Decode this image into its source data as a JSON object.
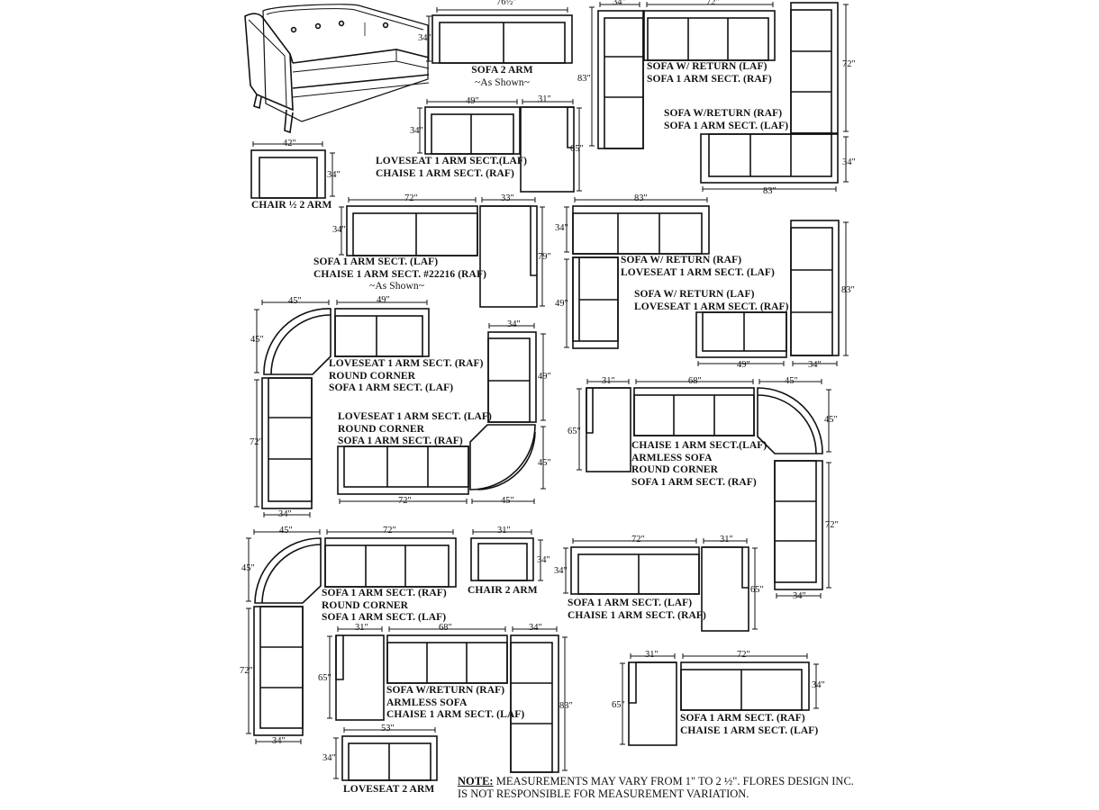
{
  "dims": {
    "d76": "76½\"",
    "d34": "34\"",
    "d72": "72\"",
    "d83": "83\"",
    "d49": "49\"",
    "d31": "31\"",
    "d65": "65\"",
    "d42": "42\"",
    "d33": "33\"",
    "d79": "79\"",
    "d45": "45\"",
    "d68": "68\"",
    "d53": "53\""
  },
  "labels": {
    "sofa2arm": "SOFA 2 ARM",
    "asShown1": "~As Shown~",
    "sofaReturnLaf": [
      "SOFA W/ RETURN (LAF)",
      "SOFA 1 ARM SECT. (RAF)"
    ],
    "sofaReturnRaf": [
      "SOFA W/RETURN (RAF)",
      "SOFA 1 ARM SECT. (LAF)"
    ],
    "loveseatChaise": [
      "LOVESEAT 1 ARM SECT.(LAF)",
      "CHAISE 1 ARM SECT. (RAF)"
    ],
    "chairHalf": "CHAIR ½  2 ARM",
    "sofaChaise22216": [
      "SOFA 1 ARM SECT. (LAF)",
      "CHAISE 1 ARM SECT. #22216 (RAF)",
      "~As Shown~"
    ],
    "sofaReturnRafLoveseat": [
      "SOFA W/ RETURN (RAF)",
      "LOVESEAT 1 ARM SECT. (LAF)"
    ],
    "sofaReturnLafLoveseat": [
      "SOFA  W/ RETURN (LAF)",
      "LOVESEAT 1 ARM SECT. (RAF)"
    ],
    "loveseatRoundSofaA": [
      "LOVESEAT 1 ARM SECT. (RAF)",
      "ROUND CORNER",
      "SOFA 1 ARM SECT. (LAF)"
    ],
    "loveseatRoundSofaB": [
      "LOVESEAT 1 ARM SECT. (LAF)",
      "ROUND CORNER",
      "SOFA 1 ARM SECT. (RAF)"
    ],
    "chaiseArmless": [
      "CHAISE 1 ARM SECT.(LAF)",
      "ARMLESS SOFA",
      "ROUND CORNER",
      "SOFA 1 ARM SECT. (RAF)"
    ],
    "sofaRoundSofa": [
      "SOFA 1 ARM SECT. (RAF)",
      "ROUND CORNER",
      "SOFA 1 ARM SECT. (LAF)"
    ],
    "chair2arm": "CHAIR 2 ARM",
    "sofaLafChaiseRaf": [
      "SOFA 1 ARM SECT. (LAF)",
      "CHAISE 1 ARM SECT. (RAF)"
    ],
    "sofaReturnArmless": [
      "SOFA W/RETURN (RAF)",
      "ARMLESS SOFA",
      "CHAISE 1 ARM SECT. (LAF)"
    ],
    "sofaRafChaiseLaf": [
      "SOFA 1 ARM SECT. (RAF)",
      "CHAISE 1 ARM SECT. (LAF)"
    ],
    "loveseat2arm": "LOVESEAT 2 ARM"
  },
  "note": {
    "prefix": "NOTE:",
    "line1": " MEASUREMENTS MAY VARY FROM 1\" TO 2 ½\". FLORES DESIGN INC.",
    "line2": "IS NOT RESPONSIBLE FOR MEASUREMENT VARIATION."
  }
}
